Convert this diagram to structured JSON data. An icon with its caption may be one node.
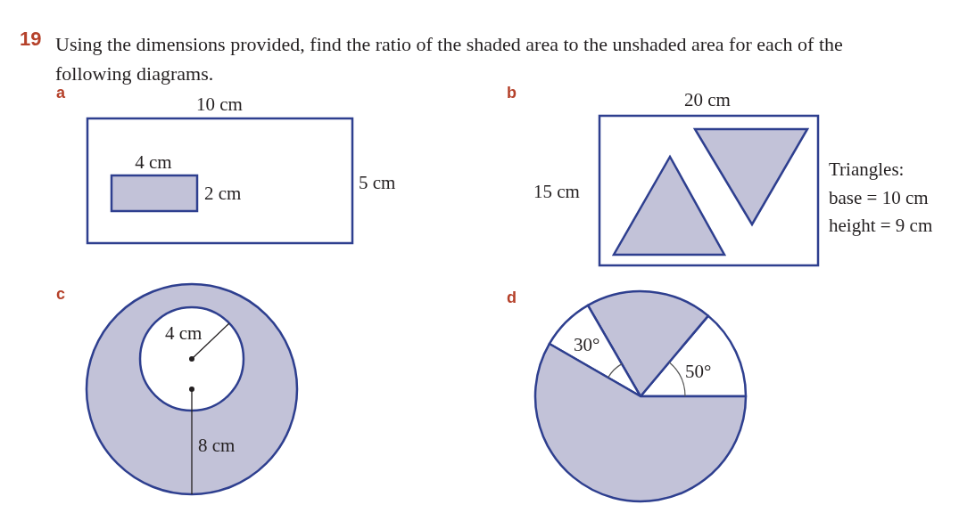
{
  "diagram": {
    "labels": [
      "19",
      "Using the dimensions provided, find the ratio of the shaded area to the unshaded area for each of the following diagrams.",
      "a",
      "10 cm",
      "4 cm",
      "2 cm",
      "5 cm",
      "b",
      "20 cm",
      "15 cm",
      "Triangles:",
      "base = 10 cm",
      "height = 9 cm",
      "c",
      "4 cm",
      "8 cm",
      "d",
      "30°",
      "50°"
    ]
  }
}
